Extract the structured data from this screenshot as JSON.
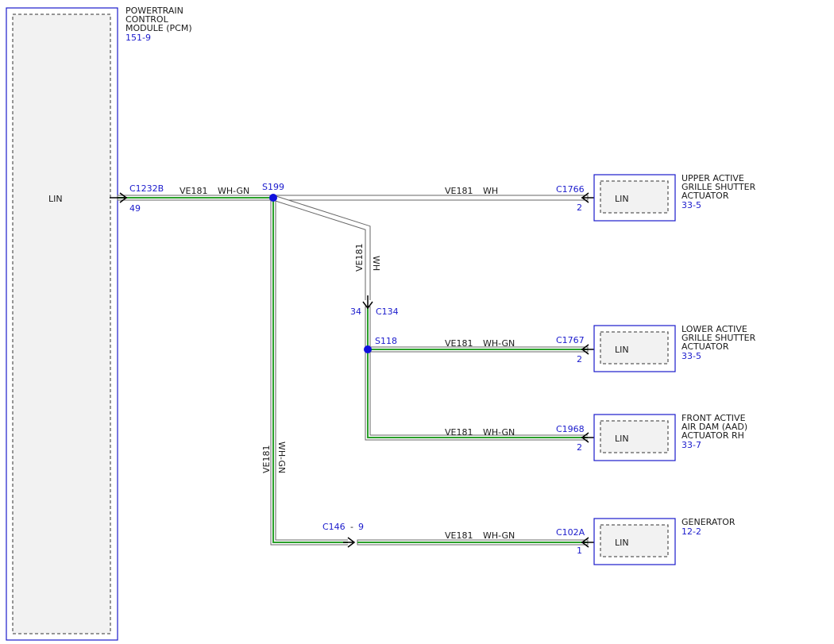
{
  "colors": {
    "module_border": "#1a1acc",
    "module_fill": "#f2f2f2",
    "splice_dot": "#1010dd",
    "wire_green": "#2aa02a",
    "wire_outline": "#666666",
    "ref_text": "#1a1acc"
  },
  "pcm": {
    "title_lines": [
      "POWERTRAIN",
      "CONTROL",
      "MODULE (PCM)"
    ],
    "ref": "151-9",
    "pin_label": "LIN",
    "connector": "C1232B",
    "pin": "49"
  },
  "splices": {
    "s199": "S199",
    "s118": "S118"
  },
  "wires": {
    "pcm_to_s199": {
      "circuit": "VE181",
      "color": "WH-GN"
    },
    "s199_to_upper": {
      "circuit": "VE181",
      "color": "WH"
    },
    "s199_to_c134": {
      "circuit": "VE181",
      "color": "WH"
    },
    "s118_to_lower": {
      "circuit": "VE181",
      "color": "WH-GN"
    },
    "s118_to_aad": {
      "circuit": "VE181",
      "color": "WH-GN"
    },
    "s199_down": {
      "circuit": "VE181",
      "color": "WH-GN"
    },
    "c146_to_gen": {
      "circuit": "VE181",
      "color": "WH-GN"
    }
  },
  "inline_connectors": {
    "c134": {
      "name": "C134",
      "pin": "34"
    },
    "c146": {
      "name": "C146",
      "separator": "-",
      "pin": "9"
    }
  },
  "modules": [
    {
      "title_lines": [
        "UPPER ACTIVE",
        "GRILLE SHUTTER",
        "ACTUATOR"
      ],
      "ref": "33-5",
      "pin_label": "LIN",
      "connector": "C1766",
      "pin": "2"
    },
    {
      "title_lines": [
        "LOWER ACTIVE",
        "GRILLE SHUTTER",
        "ACTUATOR"
      ],
      "ref": "33-5",
      "pin_label": "LIN",
      "connector": "C1767",
      "pin": "2"
    },
    {
      "title_lines": [
        "FRONT ACTIVE",
        "AIR DAM (AAD)",
        "ACTUATOR RH"
      ],
      "ref": "33-7",
      "pin_label": "LIN",
      "connector": "C1968",
      "pin": "2"
    },
    {
      "title_lines": [
        "GENERATOR"
      ],
      "ref": "12-2",
      "pin_label": "LIN",
      "connector": "C102A",
      "pin": "1"
    }
  ]
}
